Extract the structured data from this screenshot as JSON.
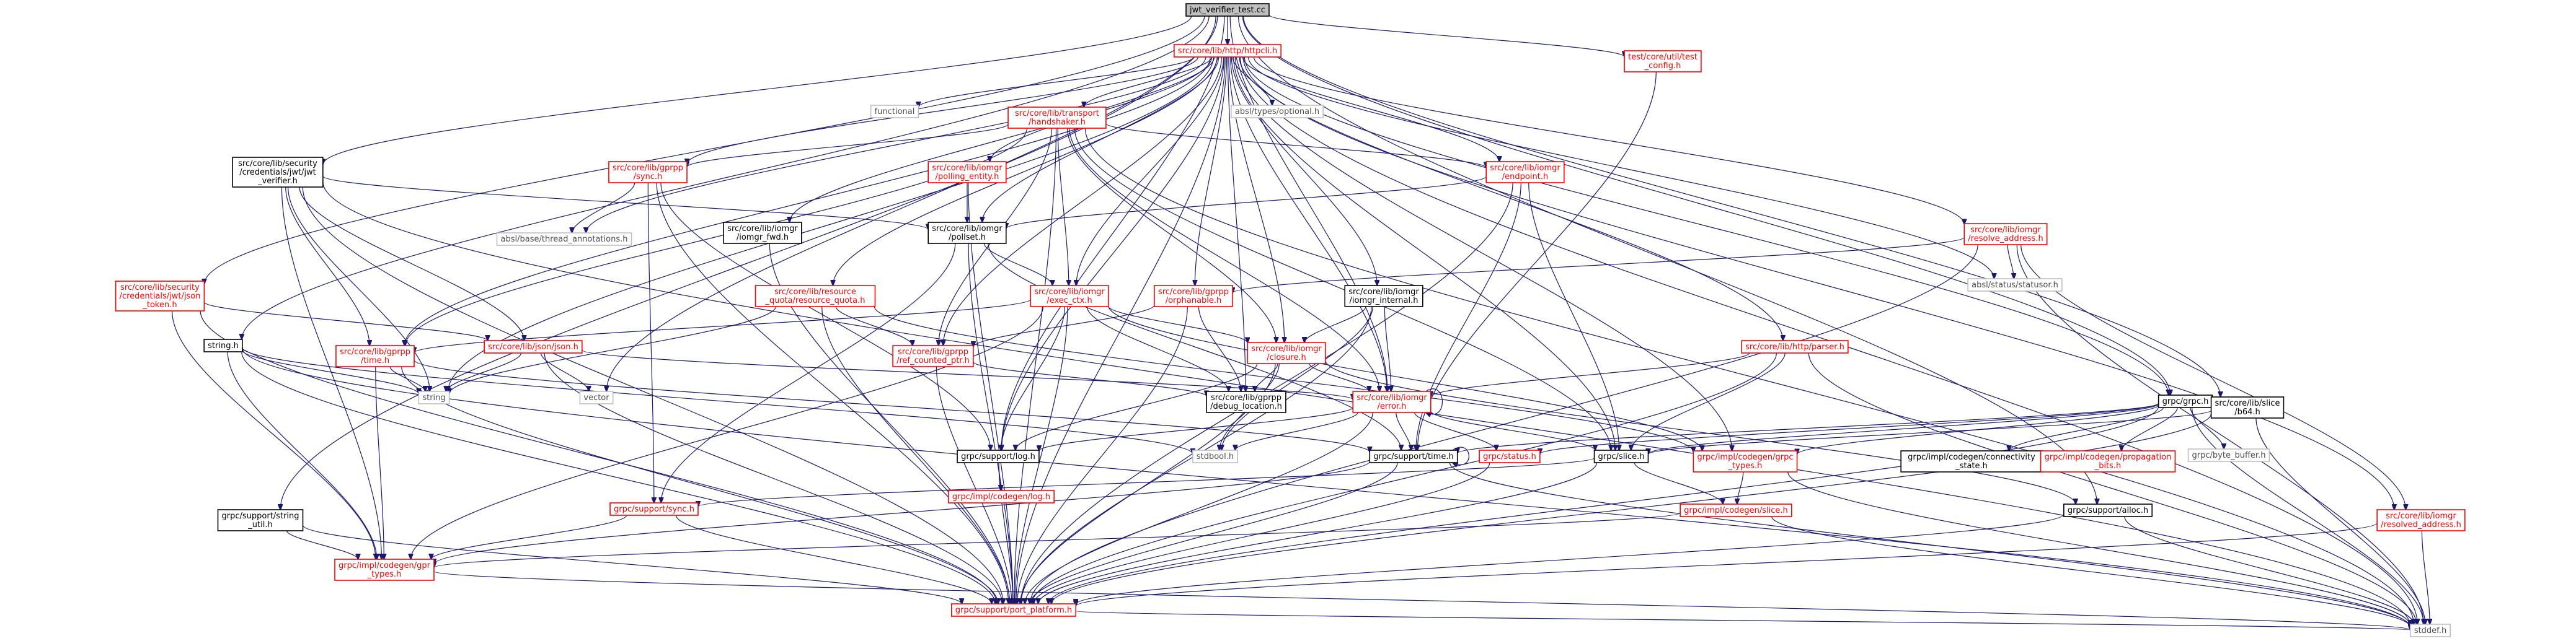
{
  "graph": {
    "colors": {
      "edge": "#191970",
      "link_node": "#ff0000",
      "doc_node": "#000000",
      "ext_node": "#bfbfbf",
      "root_fill": "#bfbfbf"
    },
    "nodes": [
      {
        "id": "root",
        "lines": [
          "jwt_verifier_test.cc"
        ],
        "style": "root"
      },
      {
        "id": "httpcli",
        "lines": [
          "src/core/lib/http/httpcli.h"
        ],
        "style": "red"
      },
      {
        "id": "testconfig",
        "lines": [
          "test/core/util/test",
          "_config.h"
        ],
        "style": "red"
      },
      {
        "id": "functional",
        "lines": [
          "functional"
        ],
        "style": "gray"
      },
      {
        "id": "transport_handshaker",
        "lines": [
          "src/core/lib/transport",
          "/handshaker.h"
        ],
        "style": "red"
      },
      {
        "id": "abseil_optional",
        "lines": [
          "absl/types/optional.h"
        ],
        "style": "gray"
      },
      {
        "id": "jwt_verifier",
        "lines": [
          "src/core/lib/security",
          "/credentials/jwt/jwt",
          "_verifier.h"
        ],
        "style": "black"
      },
      {
        "id": "gprpp_sync",
        "lines": [
          "src/core/lib/gprpp",
          "/sync.h"
        ],
        "style": "red"
      },
      {
        "id": "polling_entity",
        "lines": [
          "src/core/lib/iomgr",
          "/polling_entity.h"
        ],
        "style": "red"
      },
      {
        "id": "endpoint",
        "lines": [
          "src/core/lib/iomgr",
          "/endpoint.h"
        ],
        "style": "red"
      },
      {
        "id": "resolve_address",
        "lines": [
          "src/core/lib/iomgr",
          "/resolve_address.h"
        ],
        "style": "red"
      },
      {
        "id": "thread_annotations",
        "lines": [
          "absl/base/thread_annotations.h"
        ],
        "style": "gray"
      },
      {
        "id": "iomgr_fwd",
        "lines": [
          "src/core/lib/iomgr",
          "/iomgr_fwd.h"
        ],
        "style": "black"
      },
      {
        "id": "pollset",
        "lines": [
          "src/core/lib/iomgr",
          "/pollset.h"
        ],
        "style": "black"
      },
      {
        "id": "exec_ctx",
        "lines": [
          "src/core/lib/iomgr",
          "/exec_ctx.h"
        ],
        "style": "red"
      },
      {
        "id": "orphanable",
        "lines": [
          "src/core/lib/gprpp",
          "/orphanable.h"
        ],
        "style": "red"
      },
      {
        "id": "iomgr_internal",
        "lines": [
          "src/core/lib/iomgr",
          "/iomgr_internal.h"
        ],
        "style": "black"
      },
      {
        "id": "statusor",
        "lines": [
          "absl/status/statusor.h"
        ],
        "style": "gray"
      },
      {
        "id": "json_token",
        "lines": [
          "src/core/lib/security",
          "/credentials/jwt/json",
          "_token.h"
        ],
        "style": "red"
      },
      {
        "id": "resource_quota",
        "lines": [
          "src/core/lib/resource",
          "_quota/resource_quota.h"
        ],
        "style": "red"
      },
      {
        "id": "string_h",
        "lines": [
          "string.h"
        ],
        "style": "black"
      },
      {
        "id": "gprpp_time",
        "lines": [
          "src/core/lib/gprpp",
          "/time.h"
        ],
        "style": "red"
      },
      {
        "id": "json",
        "lines": [
          "src/core/lib/json/json.h"
        ],
        "style": "red"
      },
      {
        "id": "ref_counted_ptr",
        "lines": [
          "src/core/lib/gprpp",
          "/ref_counted_ptr.h"
        ],
        "style": "red"
      },
      {
        "id": "closure",
        "lines": [
          "src/core/lib/iomgr",
          "/closure.h"
        ],
        "style": "red"
      },
      {
        "id": "http_parser",
        "lines": [
          "src/core/lib/http/parser.h"
        ],
        "style": "red"
      },
      {
        "id": "grpc_h",
        "lines": [
          "grpc/grpc.h"
        ],
        "style": "black"
      },
      {
        "id": "b64",
        "lines": [
          "src/core/lib/slice",
          "/b64.h"
        ],
        "style": "black"
      },
      {
        "id": "string_std",
        "lines": [
          "string"
        ],
        "style": "gray"
      },
      {
        "id": "vector",
        "lines": [
          "vector"
        ],
        "style": "gray"
      },
      {
        "id": "debug_location",
        "lines": [
          "src/core/lib/gprpp",
          "/debug_location.h"
        ],
        "style": "black"
      },
      {
        "id": "iomgr_error",
        "lines": [
          "src/core/lib/iomgr",
          "/error.h"
        ],
        "style": "red"
      },
      {
        "id": "grpc_types",
        "lines": [
          "grpc/impl/codegen/grpc",
          "_types.h"
        ],
        "style": "red"
      },
      {
        "id": "connectivity_state",
        "lines": [
          "grpc/impl/codegen/connectivity",
          "_state.h"
        ],
        "style": "black"
      },
      {
        "id": "propagation_bits",
        "lines": [
          "grpc/impl/codegen/propagation",
          "_bits.h"
        ],
        "style": "red"
      },
      {
        "id": "byte_buffer",
        "lines": [
          "grpc/byte_buffer.h"
        ],
        "style": "gray"
      },
      {
        "id": "stdbool",
        "lines": [
          "stdbool.h"
        ],
        "style": "gray"
      },
      {
        "id": "support_log",
        "lines": [
          "grpc/support/log.h"
        ],
        "style": "black"
      },
      {
        "id": "support_time",
        "lines": [
          "grpc/support/time.h"
        ],
        "style": "black"
      },
      {
        "id": "grpc_status",
        "lines": [
          "grpc/status.h"
        ],
        "style": "red"
      },
      {
        "id": "grpc_slice",
        "lines": [
          "grpc/slice.h"
        ],
        "style": "black"
      },
      {
        "id": "codegen_log",
        "lines": [
          "grpc/impl/codegen/log.h"
        ],
        "style": "red"
      },
      {
        "id": "support_sync",
        "lines": [
          "grpc/support/sync.h"
        ],
        "style": "red"
      },
      {
        "id": "codegen_slice",
        "lines": [
          "grpc/impl/codegen/slice.h"
        ],
        "style": "red"
      },
      {
        "id": "support_alloc",
        "lines": [
          "grpc/support/alloc.h"
        ],
        "style": "black"
      },
      {
        "id": "resolved_address",
        "lines": [
          "src/core/lib/iomgr",
          "/resolved_address.h"
        ],
        "style": "red"
      },
      {
        "id": "string_util",
        "lines": [
          "grpc/support/string",
          "_util.h"
        ],
        "style": "black"
      },
      {
        "id": "gpr_types",
        "lines": [
          "grpc/impl/codegen/gpr",
          "_types.h"
        ],
        "style": "red"
      },
      {
        "id": "port_platform",
        "lines": [
          "grpc/support/port_platform.h"
        ],
        "style": "red"
      },
      {
        "id": "stddef",
        "lines": [
          "stddef.h"
        ],
        "style": "gray"
      }
    ],
    "edges": [
      [
        "root",
        "httpcli"
      ],
      [
        "root",
        "testconfig"
      ],
      [
        "root",
        "jwt_verifier"
      ],
      [
        "root",
        "json_token"
      ],
      [
        "root",
        "string_h"
      ],
      [
        "root",
        "string_util"
      ],
      [
        "root",
        "grpc_h"
      ],
      [
        "root",
        "b64"
      ],
      [
        "root",
        "support_alloc"
      ],
      [
        "root",
        "support_log"
      ],
      [
        "root",
        "vector"
      ],
      [
        "root",
        "iomgr_error"
      ],
      [
        "httpcli",
        "functional"
      ],
      [
        "httpcli",
        "transport_handshaker"
      ],
      [
        "httpcli",
        "abseil_optional"
      ],
      [
        "httpcli",
        "gprpp_sync"
      ],
      [
        "httpcli",
        "polling_entity"
      ],
      [
        "httpcli",
        "endpoint"
      ],
      [
        "httpcli",
        "resolve_address"
      ],
      [
        "httpcli",
        "thread_annotations"
      ],
      [
        "httpcli",
        "iomgr_fwd"
      ],
      [
        "httpcli",
        "pollset"
      ],
      [
        "httpcli",
        "exec_ctx"
      ],
      [
        "httpcli",
        "orphanable"
      ],
      [
        "httpcli",
        "iomgr_internal"
      ],
      [
        "httpcli",
        "statusor"
      ],
      [
        "httpcli",
        "resource_quota"
      ],
      [
        "httpcli",
        "gprpp_time"
      ],
      [
        "httpcli",
        "http_parser"
      ],
      [
        "httpcli",
        "grpc_h"
      ],
      [
        "httpcli",
        "closure"
      ],
      [
        "httpcli",
        "iomgr_error"
      ],
      [
        "httpcli",
        "grpc_slice"
      ],
      [
        "httpcli",
        "debug_location"
      ],
      [
        "httpcli",
        "stddef"
      ],
      [
        "httpcli",
        "port_platform"
      ],
      [
        "httpcli",
        "ref_counted_ptr"
      ],
      [
        "httpcli",
        "grpc_types"
      ],
      [
        "httpcli",
        "resolved_address"
      ],
      [
        "httpcli",
        "support_log"
      ],
      [
        "httpcli",
        "string_std"
      ],
      [
        "testconfig",
        "support_time"
      ],
      [
        "transport_handshaker",
        "gprpp_sync"
      ],
      [
        "transport_handshaker",
        "endpoint"
      ],
      [
        "transport_handshaker",
        "ref_counted_ptr"
      ],
      [
        "transport_handshaker",
        "closure"
      ],
      [
        "transport_handshaker",
        "exec_ctx"
      ],
      [
        "transport_handshaker",
        "iomgr_error"
      ],
      [
        "transport_handshaker",
        "grpc_slice"
      ],
      [
        "transport_handshaker",
        "port_platform"
      ],
      [
        "transport_handshaker",
        "stddef"
      ],
      [
        "transport_handshaker",
        "gprpp_time"
      ],
      [
        "jwt_verifier",
        "pollset"
      ],
      [
        "jwt_verifier",
        "gprpp_time"
      ],
      [
        "jwt_verifier",
        "json"
      ],
      [
        "jwt_verifier",
        "port_platform"
      ],
      [
        "jwt_verifier",
        "gpr_types"
      ],
      [
        "jwt_verifier",
        "stddef"
      ],
      [
        "jwt_verifier",
        "string_std"
      ],
      [
        "gprpp_sync",
        "thread_annotations"
      ],
      [
        "gprpp_sync",
        "support_sync"
      ],
      [
        "gprpp_sync",
        "port_platform"
      ],
      [
        "gprpp_sync",
        "support_log"
      ],
      [
        "polling_entity",
        "pollset"
      ],
      [
        "polling_entity",
        "port_platform"
      ],
      [
        "endpoint",
        "pollset"
      ],
      [
        "endpoint",
        "grpc_slice"
      ],
      [
        "endpoint",
        "support_time"
      ],
      [
        "endpoint",
        "port_platform"
      ],
      [
        "resolve_address",
        "statusor"
      ],
      [
        "resolve_address",
        "orphanable"
      ],
      [
        "resolve_address",
        "resolved_address"
      ],
      [
        "resolve_address",
        "port_platform"
      ],
      [
        "resolve_address",
        "stddef"
      ],
      [
        "iomgr_fwd",
        "port_platform"
      ],
      [
        "pollset",
        "exec_ctx"
      ],
      [
        "pollset",
        "support_sync"
      ],
      [
        "pollset",
        "support_time"
      ],
      [
        "pollset",
        "port_platform"
      ],
      [
        "exec_ctx",
        "closure"
      ],
      [
        "exec_ctx",
        "gprpp_time"
      ],
      [
        "exec_ctx",
        "debug_location"
      ],
      [
        "exec_ctx",
        "support_log"
      ],
      [
        "exec_ctx",
        "port_platform"
      ],
      [
        "exec_ctx",
        "gpr_types"
      ],
      [
        "exec_ctx",
        "grpc_types"
      ],
      [
        "orphanable",
        "ref_counted_ptr"
      ],
      [
        "orphanable",
        "debug_location"
      ],
      [
        "orphanable",
        "port_platform"
      ],
      [
        "iomgr_internal",
        "closure"
      ],
      [
        "iomgr_internal",
        "iomgr_error"
      ],
      [
        "iomgr_internal",
        "stdbool"
      ],
      [
        "iomgr_internal",
        "port_platform"
      ],
      [
        "json_token",
        "json"
      ],
      [
        "json_token",
        "gpr_types"
      ],
      [
        "json_token",
        "port_platform"
      ],
      [
        "resource_quota",
        "ref_counted_ptr"
      ],
      [
        "resource_quota",
        "string_std"
      ],
      [
        "resource_quota",
        "port_platform"
      ],
      [
        "resource_quota",
        "grpc_types"
      ],
      [
        "string_h",
        "string_std"
      ],
      [
        "string_h",
        "port_platform"
      ],
      [
        "string_h",
        "gpr_types"
      ],
      [
        "string_h",
        "stddef"
      ],
      [
        "string_h",
        "stdbool"
      ],
      [
        "gprpp_time",
        "string_std"
      ],
      [
        "gprpp_time",
        "support_time"
      ],
      [
        "gprpp_time",
        "port_platform"
      ],
      [
        "gprpp_time",
        "gpr_types"
      ],
      [
        "json",
        "string_std"
      ],
      [
        "json",
        "vector"
      ],
      [
        "json",
        "iomgr_error"
      ],
      [
        "json",
        "port_platform"
      ],
      [
        "ref_counted_ptr",
        "debug_location"
      ],
      [
        "ref_counted_ptr",
        "port_platform"
      ],
      [
        "closure",
        "debug_location"
      ],
      [
        "closure",
        "iomgr_error"
      ],
      [
        "closure",
        "support_log"
      ],
      [
        "closure",
        "stdbool"
      ],
      [
        "closure",
        "port_platform"
      ],
      [
        "closure",
        "support_alloc"
      ],
      [
        "http_parser",
        "iomgr_error"
      ],
      [
        "http_parser",
        "grpc_slice"
      ],
      [
        "http_parser",
        "port_platform"
      ],
      [
        "http_parser",
        "stddef"
      ],
      [
        "grpc_h",
        "grpc_status"
      ],
      [
        "grpc_h",
        "grpc_types"
      ],
      [
        "grpc_h",
        "connectivity_state"
      ],
      [
        "grpc_h",
        "propagation_bits"
      ],
      [
        "grpc_h",
        "byte_buffer"
      ],
      [
        "grpc_h",
        "grpc_slice"
      ],
      [
        "grpc_h",
        "support_time"
      ],
      [
        "grpc_h",
        "port_platform"
      ],
      [
        "grpc_h",
        "stddef"
      ],
      [
        "b64",
        "grpc_slice"
      ],
      [
        "b64",
        "port_platform"
      ],
      [
        "b64",
        "stddef"
      ],
      [
        "iomgr_error",
        "grpc_status"
      ],
      [
        "iomgr_error",
        "support_log"
      ],
      [
        "iomgr_error",
        "grpc_slice"
      ],
      [
        "iomgr_error",
        "support_time"
      ],
      [
        "iomgr_error",
        "stdbool"
      ],
      [
        "iomgr_error",
        "port_platform"
      ],
      [
        "iomgr_error",
        "iomgr_error"
      ],
      [
        "grpc_types",
        "codegen_slice"
      ],
      [
        "grpc_types",
        "stddef"
      ],
      [
        "support_log",
        "codegen_log"
      ],
      [
        "support_log",
        "port_platform"
      ],
      [
        "support_time",
        "support_time"
      ],
      [
        "support_time",
        "port_platform"
      ],
      [
        "support_time",
        "gpr_types"
      ],
      [
        "support_time",
        "stddef"
      ],
      [
        "grpc_status",
        "port_platform"
      ],
      [
        "grpc_slice",
        "codegen_slice"
      ],
      [
        "grpc_slice",
        "support_sync"
      ],
      [
        "grpc_slice",
        "port_platform"
      ],
      [
        "codegen_slice",
        "stddef"
      ],
      [
        "codegen_slice",
        "gpr_types"
      ],
      [
        "support_sync",
        "gpr_types"
      ],
      [
        "support_sync",
        "port_platform"
      ],
      [
        "support_alloc",
        "port_platform"
      ],
      [
        "support_alloc",
        "stddef"
      ],
      [
        "resolved_address",
        "port_platform"
      ],
      [
        "resolved_address",
        "stddef"
      ],
      [
        "string_util",
        "gpr_types"
      ],
      [
        "string_util",
        "port_platform"
      ],
      [
        "gpr_types",
        "stddef"
      ],
      [
        "port_platform",
        "stddef"
      ]
    ]
  }
}
